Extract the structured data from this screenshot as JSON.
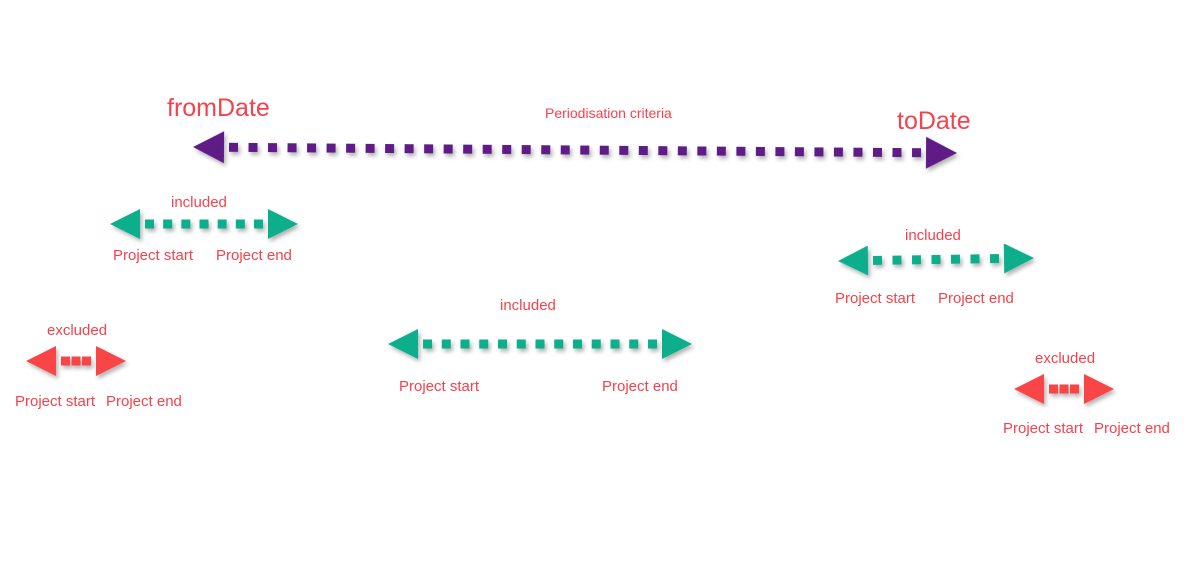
{
  "criteria": {
    "from_label": "fromDate",
    "to_label": "toDate",
    "title": "Periodisation criteria"
  },
  "projects": [
    {
      "status": "included",
      "start_label": "Project start",
      "end_label": "Project end"
    },
    {
      "status": "excluded",
      "start_label": "Project start",
      "end_label": "Project end"
    },
    {
      "status": "included",
      "start_label": "Project start",
      "end_label": "Project end"
    },
    {
      "status": "included",
      "start_label": "Project start",
      "end_label": "Project end"
    },
    {
      "status": "excluded",
      "start_label": "Project start",
      "end_label": "Project end"
    }
  ],
  "colors": {
    "criteria": "#5e1f87",
    "included": "#0aae8c",
    "excluded": "#f94545",
    "text": "#f5424c"
  }
}
